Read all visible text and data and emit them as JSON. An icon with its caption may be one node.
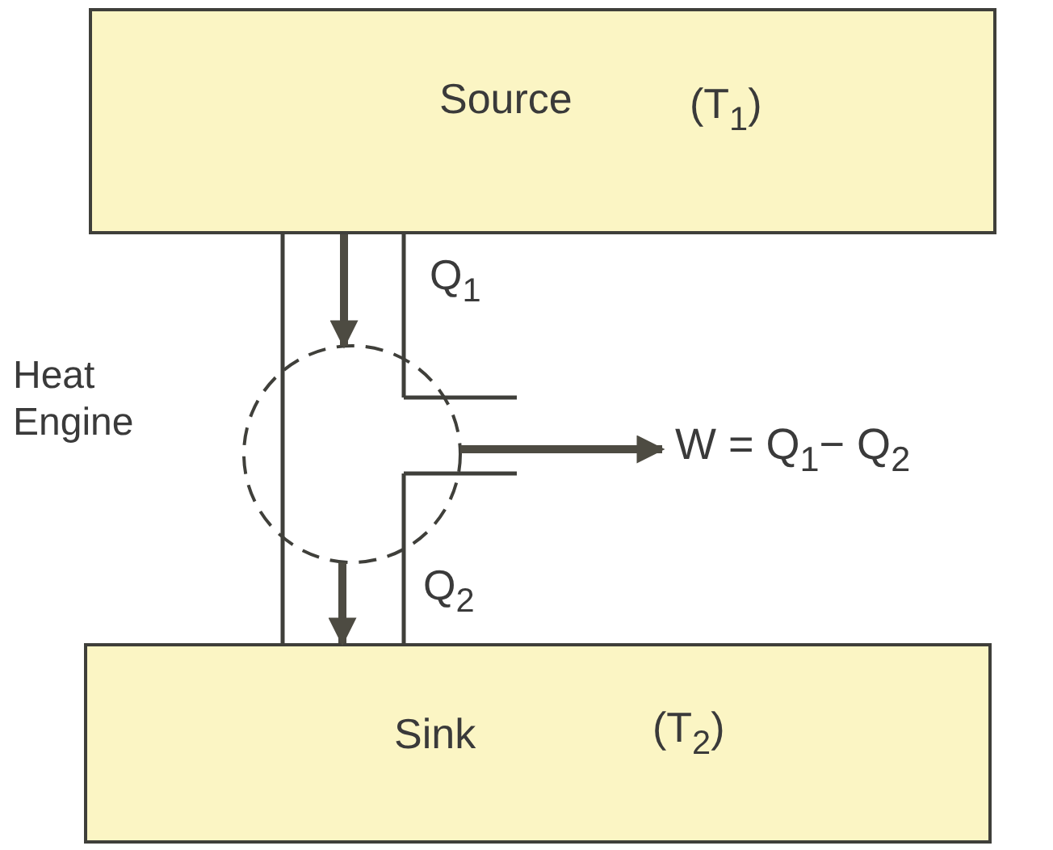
{
  "diagram": {
    "nodes": [
      {
        "text": [
          "Source",
          "(T$_{1}$)"
        ]
      },
      {
        "text": [
          "Sink",
          "(T$_{2}$)"
        ]
      },
      {
        "text": [
          "Heat Engine"
        ]
      },
      {
        "text": [
          "W = Q$_{1}$− Q$_{2}$"
        ]
      }
    ],
    "edges": [
      {
        "from": 0,
        "to": 2,
        "arrow": "to",
        "label": "Q$_{1}$"
      },
      {
        "from": 2,
        "to": 1,
        "arrow": "to",
        "label": "Q$_{2}$"
      },
      {
        "from": 2,
        "to": 3,
        "arrow": "to"
      }
    ]
  }
}
